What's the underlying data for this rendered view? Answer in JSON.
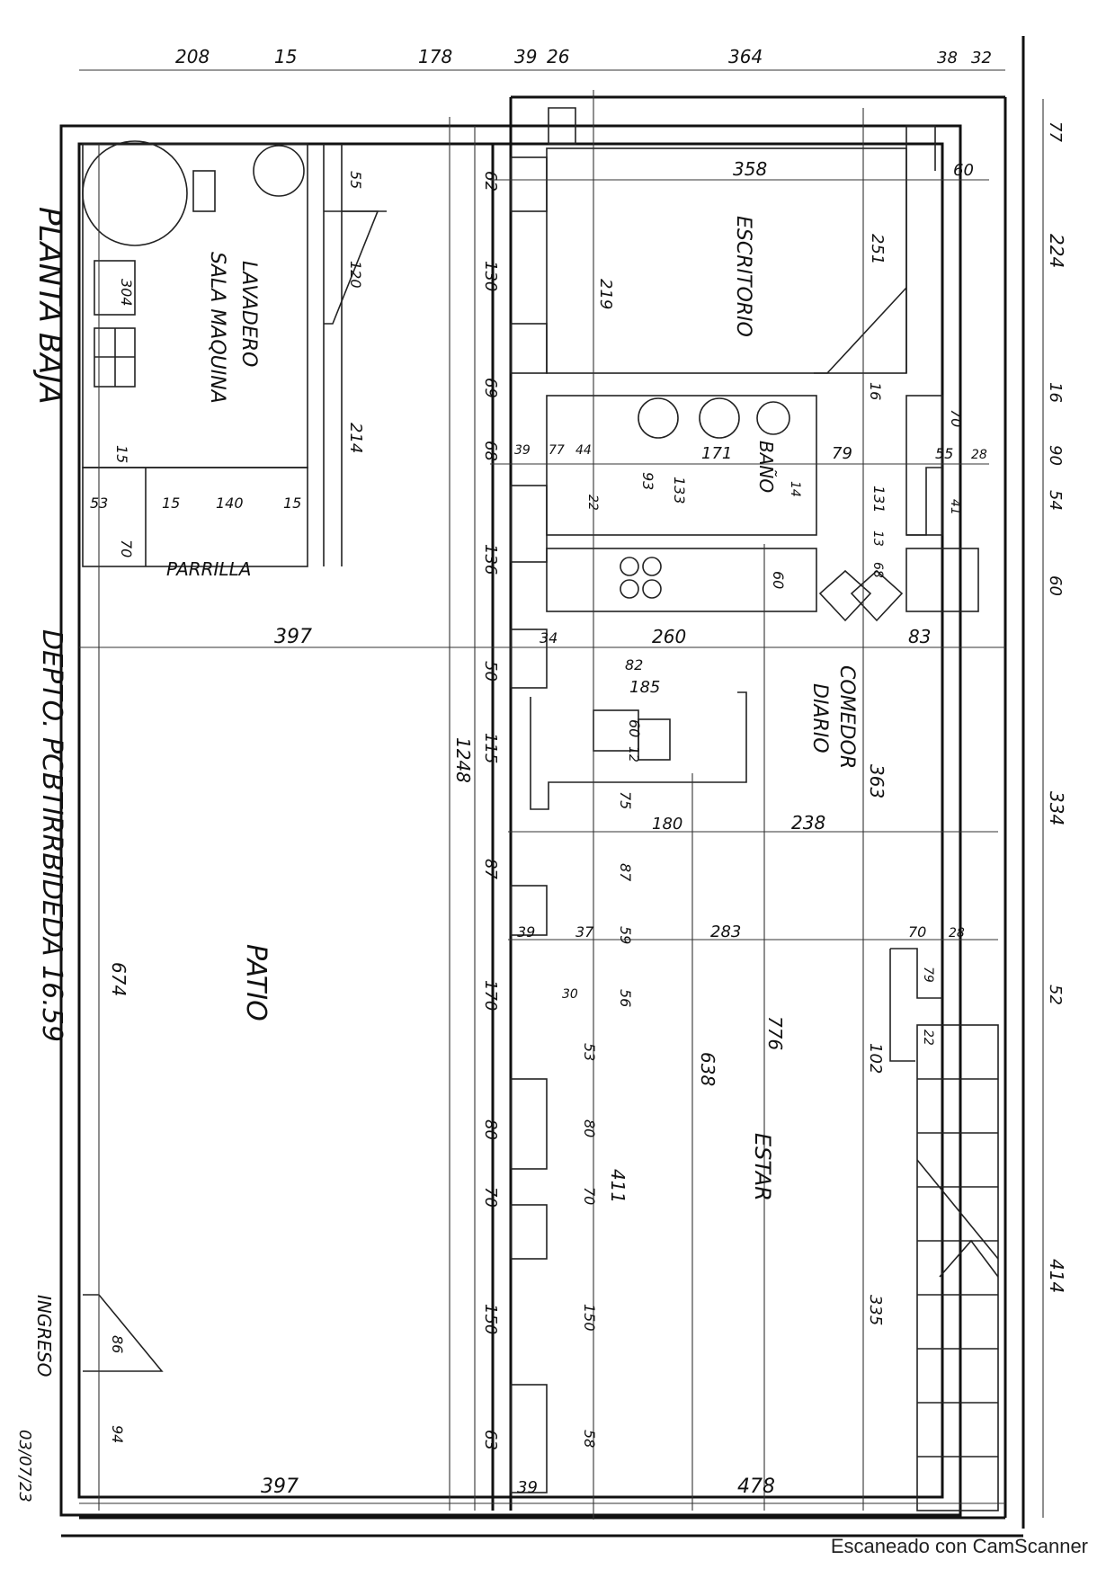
{
  "title": "PLANTA BAJA",
  "unit_label": "DEPTO. PCBTIRRBIDEDA 16.59",
  "date": "03/07/23",
  "scanner_note": "Escaneado con CamScanner",
  "colors": {
    "ink": "#111111",
    "paper": "#ffffff"
  },
  "rooms": {
    "lavadero": "LAVADERO",
    "sala_maquina": "SALA MAQUINA",
    "parrilla": "PARRILLA",
    "patio": "PATIO",
    "escritorio": "ESCRITORIO",
    "bano": "BAÑO",
    "comedor_1": "COMEDOR",
    "comedor_2": "DIARIO",
    "estar": "ESTAR",
    "ingreso": "INGRESO"
  },
  "dims_top": [
    "208",
    "15",
    "178",
    "39",
    "26",
    "364",
    "38",
    "32"
  ],
  "dims_bottom": [
    "397",
    "39",
    "478"
  ],
  "dims_right": [
    "77",
    "224",
    "16",
    "90",
    "54",
    "60",
    "334",
    "52",
    "414"
  ],
  "dims_left_col": [
    "62",
    "130",
    "69",
    "68",
    "136",
    "50",
    "115",
    "87",
    "170",
    "80",
    "70",
    "150",
    "63"
  ],
  "dims_mid_col": [
    "219",
    "16",
    "93",
    "133",
    "60",
    "82",
    "185",
    "75",
    "87",
    "59",
    "56",
    "53",
    "80",
    "70",
    "150",
    "58"
  ],
  "dims_misc": [
    "358",
    "60",
    "251",
    "120",
    "55",
    "214",
    "304",
    "15",
    "53",
    "15",
    "140",
    "15",
    "70",
    "397",
    "1248",
    "674",
    "39",
    "77",
    "44",
    "22",
    "171",
    "14",
    "79",
    "131",
    "13",
    "68",
    "55",
    "28",
    "70",
    "41",
    "34",
    "260",
    "83",
    "60",
    "12",
    "363",
    "180",
    "238",
    "39",
    "37",
    "283",
    "70",
    "28",
    "79",
    "22",
    "30",
    "776",
    "638",
    "411",
    "102",
    "335",
    "86",
    "94"
  ]
}
